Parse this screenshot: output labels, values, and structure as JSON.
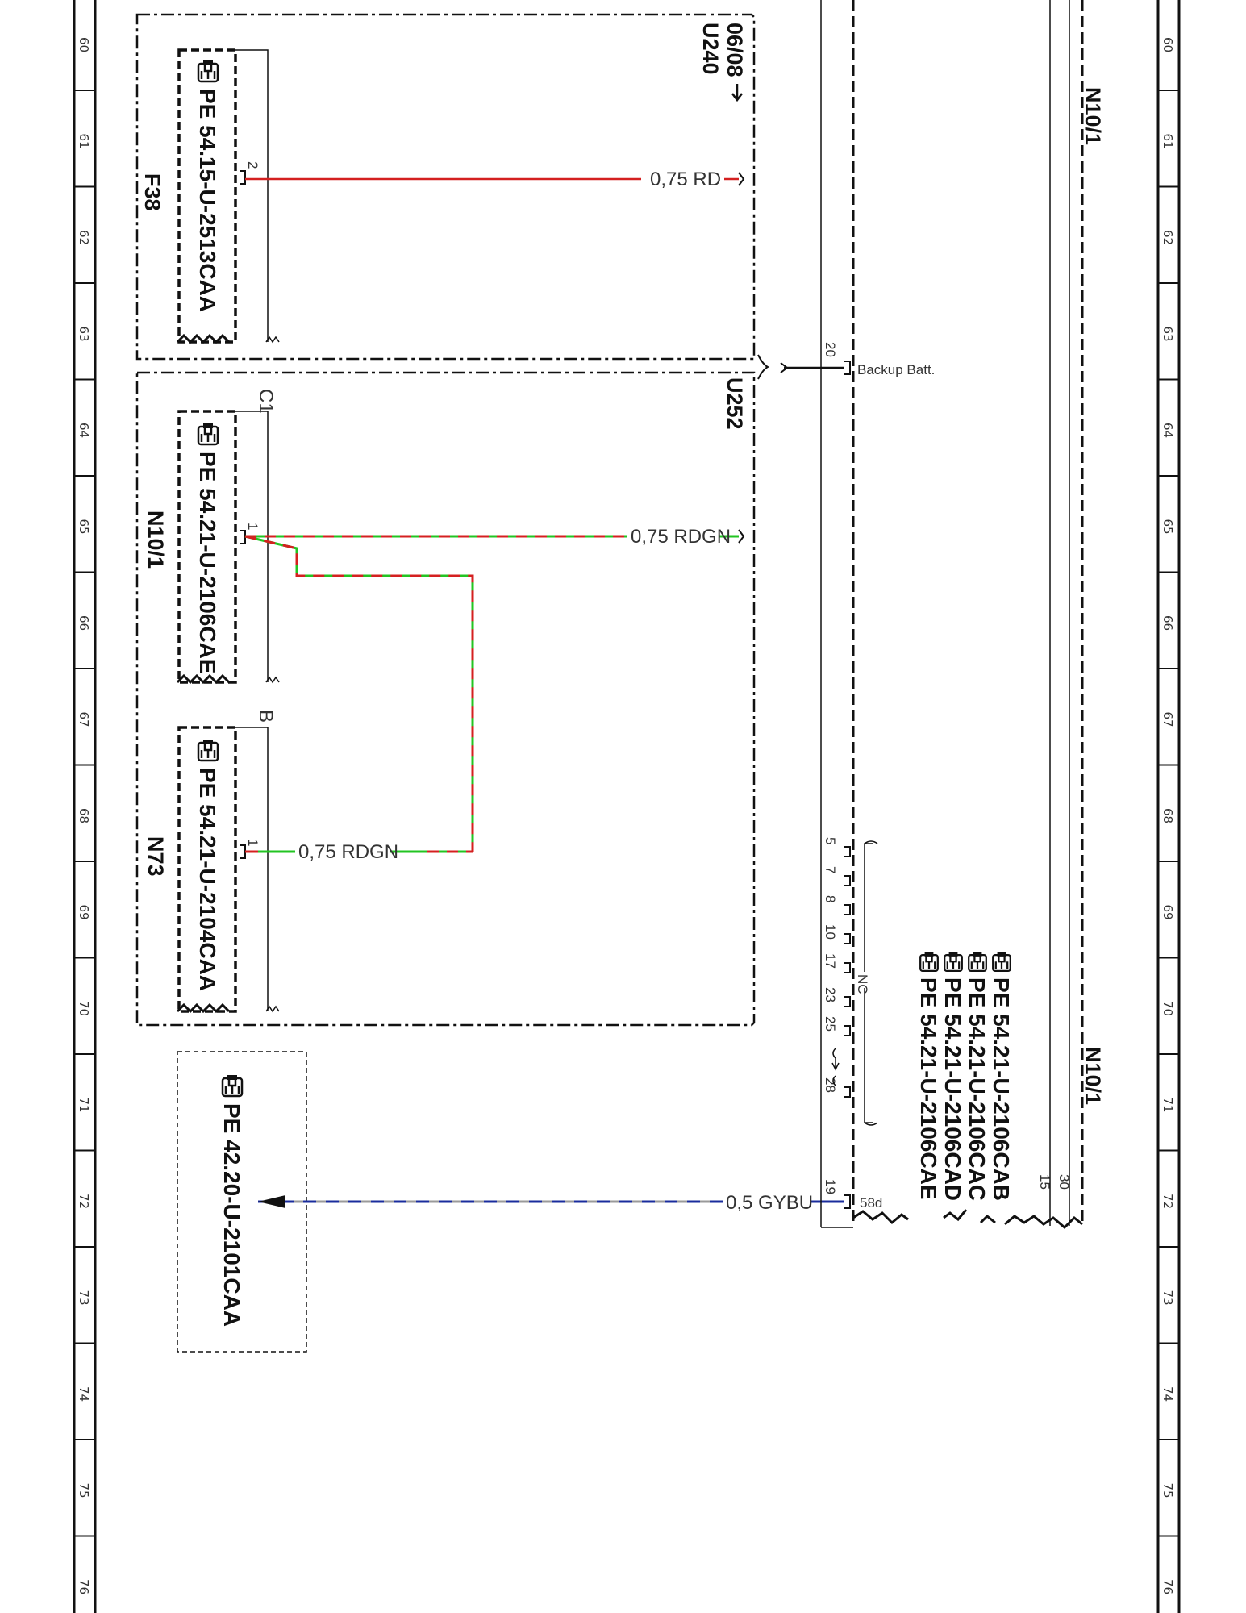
{
  "ruler": {
    "left_numbers": [
      "60",
      "61",
      "62",
      "63",
      "64",
      "65",
      "66",
      "67",
      "68",
      "69",
      "70",
      "71",
      "72",
      "73",
      "74",
      "75",
      "76"
    ],
    "right_numbers": [
      "60",
      "61",
      "62",
      "63",
      "64",
      "65",
      "66",
      "67",
      "68",
      "69",
      "70",
      "71",
      "72",
      "73",
      "74",
      "75",
      "76"
    ]
  },
  "boxes": {
    "u240": {
      "label": "U240",
      "ref": "06/08",
      "component": "F38",
      "pe_ref": "PE 54.15-U-2513CAA",
      "pin": "2",
      "wire": "0,75 RD",
      "wire_color": "#d42020"
    },
    "u252": {
      "label": "U252",
      "n10": {
        "component": "N10/1",
        "connector": "C1",
        "pe_ref": "PE 54.21-U-2106CAE",
        "pin": "1",
        "wire": "0,75 RDGN"
      },
      "n73": {
        "component": "N73",
        "connector": "B",
        "pe_ref": "PE 54.21-U-2104CAA",
        "pin": "1",
        "wire": "0,75 RDGN"
      }
    },
    "external": {
      "pe_ref": "PE 42.20-U-2101CAA",
      "wire": "0,5 GYBU"
    }
  },
  "module_n10": {
    "label_top": "N10/1",
    "label_bottom": "N10/1",
    "pin_backup": "20",
    "backup_label": "Backup Batt.",
    "nc_pins": [
      "5",
      "7",
      "8",
      "10",
      "17",
      "23",
      "25",
      "28"
    ],
    "nc_label": "NC",
    "pin_58d": "19",
    "label_58d": "58d",
    "pin_30": "30",
    "pin_15": "15",
    "refs": [
      "PE 54.21-U-2106CAB",
      "PE 54.21-U-2106CAC",
      "PE 54.21-U-2106CAD",
      "PE 54.21-U-2106CAE"
    ]
  },
  "colors": {
    "red": "#d42020",
    "green": "#22c422",
    "blue": "#1a2c9c",
    "gray": "#9a9a9a",
    "line": "#111111"
  },
  "icons": [
    "pointing-hand-icon"
  ]
}
